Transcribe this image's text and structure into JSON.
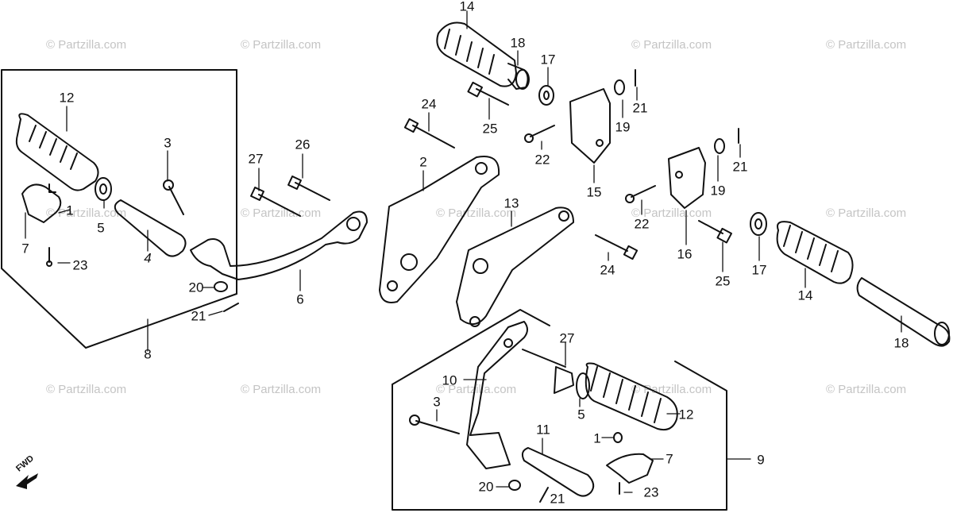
{
  "watermark": "© Partzilla.com",
  "fwd_label": "FWD",
  "callouts": {
    "c1a": "1",
    "c1b": "1",
    "c2": "2",
    "c3a": "3",
    "c3b": "3",
    "c4": "4",
    "c5a": "5",
    "c5b": "5",
    "c6": "6",
    "c7a": "7",
    "c7b": "7",
    "c8": "8",
    "c9": "9",
    "c10": "10",
    "c11": "11",
    "c12a": "12",
    "c12b": "12",
    "c13": "13",
    "c14a": "14",
    "c14b": "14",
    "c15": "15",
    "c16": "16",
    "c17a": "17",
    "c17b": "17",
    "c18a": "18",
    "c18b": "18",
    "c19a": "19",
    "c19b": "19",
    "c20a": "20",
    "c20b": "20",
    "c21a": "21",
    "c21b": "21",
    "c21c": "21",
    "c21d": "21",
    "c22a": "22",
    "c22b": "22",
    "c23a": "23",
    "c23b": "23",
    "c24a": "24",
    "c24b": "24",
    "c25a": "25",
    "c25b": "25",
    "c26": "26",
    "c27a": "27",
    "c27b": "27"
  },
  "colors": {
    "line": "#111111",
    "watermark": "#c4c4c4",
    "background": "#ffffff"
  }
}
